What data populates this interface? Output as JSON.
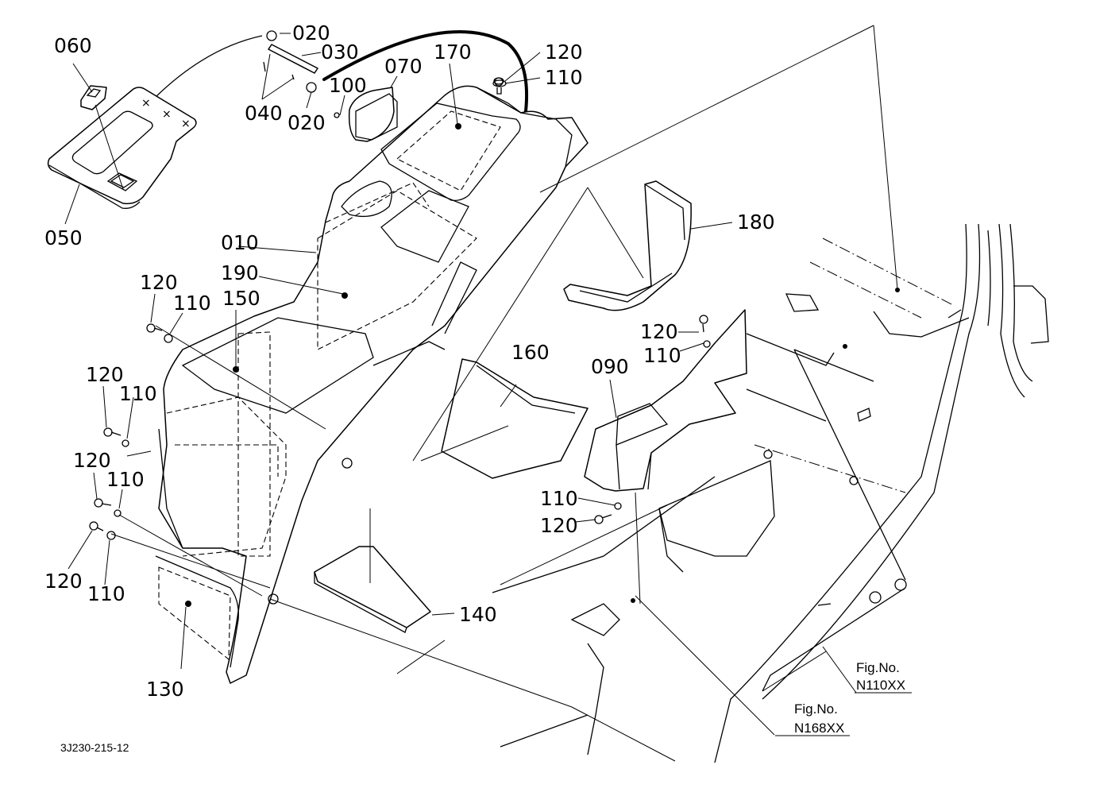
{
  "diagram": {
    "type": "exploded parts diagram",
    "drawing_number": "3J230-215-12",
    "part_labels": [
      {
        "id": "label-020-top",
        "text": "020"
      },
      {
        "id": "label-030",
        "text": "030"
      },
      {
        "id": "label-060",
        "text": "060"
      },
      {
        "id": "label-040",
        "text": "040"
      },
      {
        "id": "label-020-bottom",
        "text": "020"
      },
      {
        "id": "label-100",
        "text": "100"
      },
      {
        "id": "label-070",
        "text": "070"
      },
      {
        "id": "label-170",
        "text": "170"
      },
      {
        "id": "label-120-a",
        "text": "120"
      },
      {
        "id": "label-110-a",
        "text": "110"
      },
      {
        "id": "label-050",
        "text": "050"
      },
      {
        "id": "label-180",
        "text": "180"
      },
      {
        "id": "label-010",
        "text": "010"
      },
      {
        "id": "label-190",
        "text": "190"
      },
      {
        "id": "label-120-b",
        "text": "120"
      },
      {
        "id": "label-110-b",
        "text": "110"
      },
      {
        "id": "label-150",
        "text": "150"
      },
      {
        "id": "label-120-c",
        "text": "120"
      },
      {
        "id": "label-110-c",
        "text": "110"
      },
      {
        "id": "label-160",
        "text": "160"
      },
      {
        "id": "label-090",
        "text": "090"
      },
      {
        "id": "label-120-d",
        "text": "120"
      },
      {
        "id": "label-110-d",
        "text": "110"
      },
      {
        "id": "label-120-e",
        "text": "120"
      },
      {
        "id": "label-110-e",
        "text": "110"
      },
      {
        "id": "label-120-f",
        "text": "120"
      },
      {
        "id": "label-110-f",
        "text": "110"
      },
      {
        "id": "label-110-g",
        "text": "110"
      },
      {
        "id": "label-120-g",
        "text": "120"
      },
      {
        "id": "label-140",
        "text": "140"
      },
      {
        "id": "label-130",
        "text": "130"
      }
    ],
    "figure_refs": [
      {
        "caption": "Fig.No.",
        "number": "N110XX"
      },
      {
        "caption": "Fig.No.",
        "number": "N168XX"
      }
    ]
  }
}
